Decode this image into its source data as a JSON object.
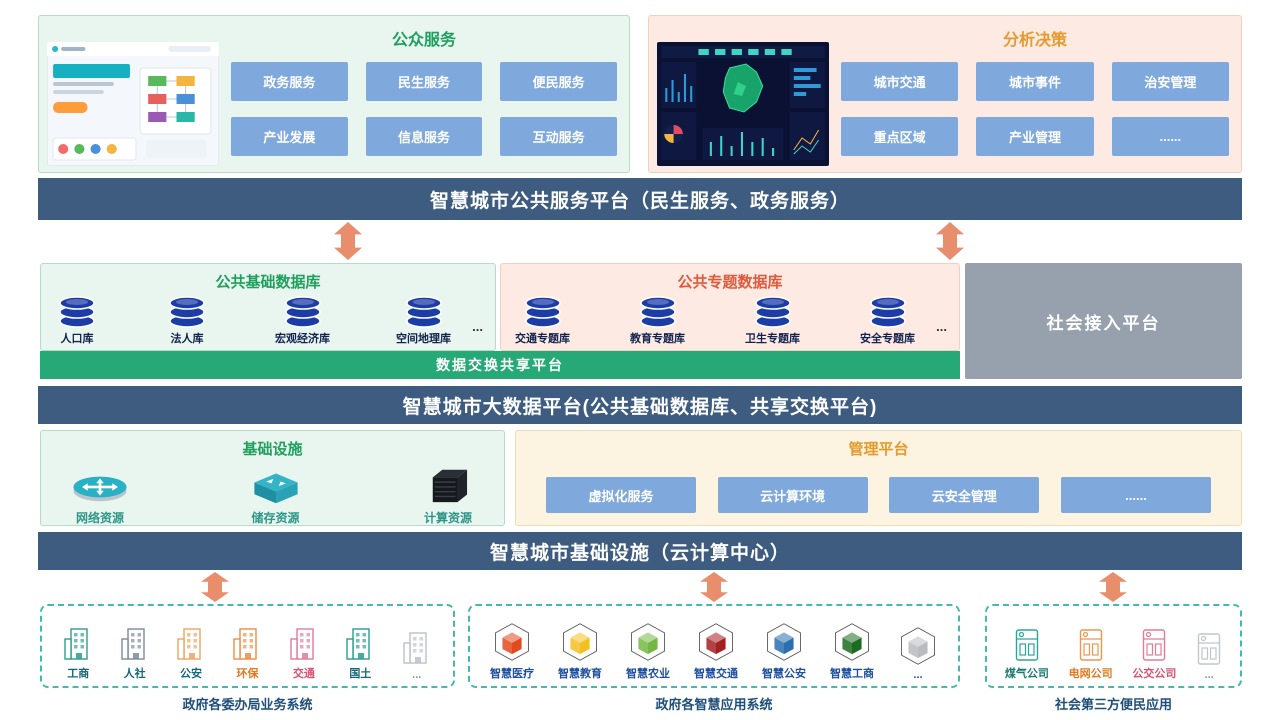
{
  "colors": {
    "banner_bg": "#3d5c80",
    "button_bg": "#7fa9dc",
    "exchange_bg": "#27a877",
    "social_bg": "#97a1ad",
    "arrow": "#e88e6c",
    "green_accent": "#1fa05e",
    "red_accent": "#e05a3a",
    "orange_accent": "#e59b2b"
  },
  "top": {
    "public": {
      "title": "公众服务",
      "buttons": [
        "政务服务",
        "民生服务",
        "便民服务",
        "产业发展",
        "信息服务",
        "互动服务"
      ]
    },
    "analysis": {
      "title": "分析决策",
      "buttons": [
        "城市交通",
        "城市事件",
        "治安管理",
        "重点区域",
        "产业管理",
        "......"
      ]
    }
  },
  "banners": {
    "service": "智慧城市公共服务平台（民生服务、政务服务）",
    "bigdata": "智慧城市大数据平台(公共基础数据库、共享交换平台)",
    "infra": "智慧城市基础设施（云计算中心）"
  },
  "data_layer": {
    "base": {
      "title": "公共基础数据库",
      "items": [
        "人口库",
        "法人库",
        "宏观经济库",
        "空间地理库"
      ],
      "more": "..."
    },
    "topic": {
      "title": "公共专题数据库",
      "items": [
        "交通专题库",
        "教育专题库",
        "卫生专题库",
        "安全专题库"
      ],
      "more": "..."
    },
    "exchange": "数据交换共享平台",
    "social": "社会接入平台"
  },
  "infra_layer": {
    "infra": {
      "title": "基础设施",
      "network": "网络资源",
      "storage": "储存资源",
      "compute": "计算资源"
    },
    "mgmt": {
      "title": "管理平台",
      "buttons": [
        "虚拟化服务",
        "云计算环境",
        "云安全管理",
        "......"
      ]
    }
  },
  "bottom": {
    "gov": {
      "caption": "政府各委办局业务系统",
      "items": [
        {
          "label": "工商",
          "color": "#2a9d8f",
          "label_color": "#17677a"
        },
        {
          "label": "人社",
          "color": "#7b8a99",
          "label_color": "#17677a"
        },
        {
          "label": "公安",
          "color": "#f0a35e",
          "label_color": "#17677a"
        },
        {
          "label": "环保",
          "color": "#ef8b45",
          "label_color": "#e2791f"
        },
        {
          "label": "交通",
          "color": "#e07a9a",
          "label_color": "#d9536f"
        },
        {
          "label": "国土",
          "color": "#2a9d8f",
          "label_color": "#17677a"
        },
        {
          "label": "...",
          "color": "#b9c2c9",
          "label_color": "#8a9399"
        }
      ]
    },
    "smart": {
      "caption": "政府各智慧应用系统",
      "items": [
        {
          "label": "智慧医疗",
          "color": "#e2491f"
        },
        {
          "label": "智慧教育",
          "color": "#f3c022"
        },
        {
          "label": "智慧农业",
          "color": "#74b843"
        },
        {
          "label": "智慧交通",
          "color": "#a61e22"
        },
        {
          "label": "智慧公安",
          "color": "#2c6fae"
        },
        {
          "label": "智慧工商",
          "color": "#1c6b22"
        },
        {
          "label": "...",
          "color": "#b8bcc0"
        }
      ]
    },
    "third": {
      "caption": "社会第三方便民应用",
      "items": [
        {
          "label": "煤气公司",
          "color": "#2aa79b",
          "label_color": "#1a7a6e"
        },
        {
          "label": "电网公司",
          "color": "#f0954e",
          "label_color": "#e2791f"
        },
        {
          "label": "公交公司",
          "color": "#e57b95",
          "label_color": "#d9536f"
        },
        {
          "label": "...",
          "color": "#c0c6cc",
          "label_color": "#8a9399"
        }
      ]
    }
  }
}
